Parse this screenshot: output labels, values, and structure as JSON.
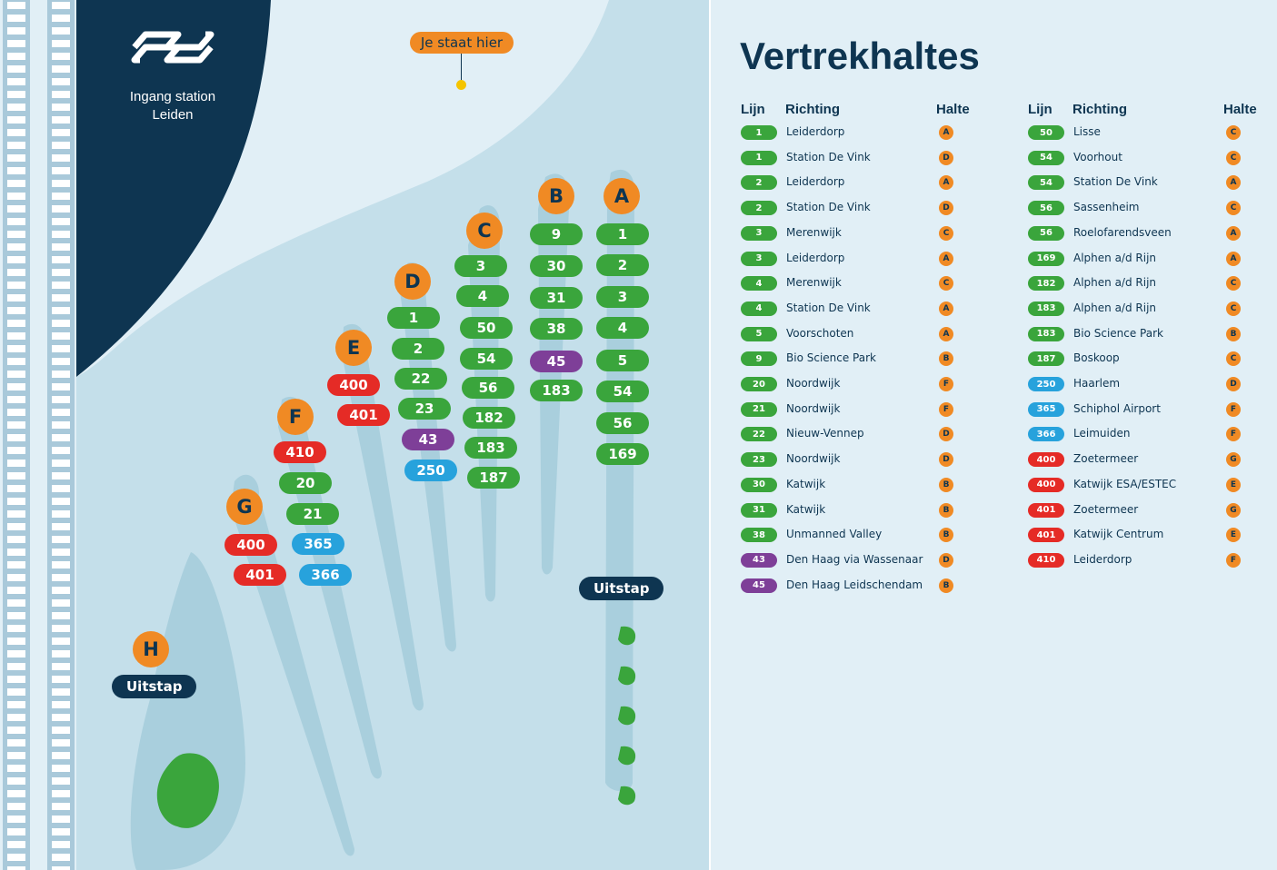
{
  "colors": {
    "green": "#3aa53c",
    "purple": "#7e3f98",
    "red": "#e52b26",
    "blue": "#27a2dc",
    "orange": "#f08a24",
    "navy": "#0e3551",
    "yellow": "#f5c400",
    "light_bg": "#e1eff6",
    "mid_bg": "#c4dfea",
    "platform": "#a9cfdd"
  },
  "map": {
    "logo_icon": "ns-logo-icon",
    "station_label": [
      "Ingang station",
      "Leiden"
    ],
    "you_are_here": "Je staat hier",
    "platforms": {
      "A": [
        "1",
        "2",
        "3",
        "4",
        "5",
        "54",
        "56",
        "169"
      ],
      "B": [
        "9",
        "30",
        "31",
        "38",
        "45",
        "183"
      ],
      "C": [
        "3",
        "4",
        "50",
        "54",
        "56",
        "182",
        "183",
        "187"
      ],
      "D": [
        "1",
        "2",
        "22",
        "23",
        "43",
        "250"
      ],
      "E": [
        "400",
        "401"
      ],
      "F": [
        "410",
        "20",
        "21",
        "365",
        "366"
      ],
      "G": [
        "400",
        "401"
      ],
      "H": []
    },
    "uitstap_labels": [
      "Uitstap",
      "Uitstap"
    ]
  },
  "panel": {
    "title": "Vertrekhaltes",
    "headers": {
      "line": "Lijn",
      "direction": "Richting",
      "stop": "Halte"
    },
    "left_rows": [
      {
        "line": "1",
        "direction": "Leiderdorp",
        "stop": "A"
      },
      {
        "line": "1",
        "direction": "Station De Vink",
        "stop": "D"
      },
      {
        "line": "2",
        "direction": "Leiderdorp",
        "stop": "A"
      },
      {
        "line": "2",
        "direction": "Station De Vink",
        "stop": "D"
      },
      {
        "line": "3",
        "direction": "Merenwijk",
        "stop": "C"
      },
      {
        "line": "3",
        "direction": "Leiderdorp",
        "stop": "A"
      },
      {
        "line": "4",
        "direction": "Merenwijk",
        "stop": "C"
      },
      {
        "line": "4",
        "direction": "Station De Vink",
        "stop": "A"
      },
      {
        "line": "5",
        "direction": "Voorschoten",
        "stop": "A"
      },
      {
        "line": "9",
        "direction": "Bio Science Park",
        "stop": "B"
      },
      {
        "line": "20",
        "direction": "Noordwijk",
        "stop": "F"
      },
      {
        "line": "21",
        "direction": "Noordwijk",
        "stop": "F"
      },
      {
        "line": "22",
        "direction": "Nieuw-Vennep",
        "stop": "D"
      },
      {
        "line": "23",
        "direction": "Noordwijk",
        "stop": "D"
      },
      {
        "line": "30",
        "direction": "Katwijk",
        "stop": "B"
      },
      {
        "line": "31",
        "direction": "Katwijk",
        "stop": "B"
      },
      {
        "line": "38",
        "direction": "Unmanned Valley",
        "stop": "B"
      },
      {
        "line": "43",
        "direction": "Den Haag via Wassenaar",
        "stop": "D"
      },
      {
        "line": "45",
        "direction": "Den Haag Leidschendam",
        "stop": "B"
      }
    ],
    "right_rows": [
      {
        "line": "50",
        "direction": "Lisse",
        "stop": "C"
      },
      {
        "line": "54",
        "direction": "Voorhout",
        "stop": "C"
      },
      {
        "line": "54",
        "direction": "Station De Vink",
        "stop": "A"
      },
      {
        "line": "56",
        "direction": "Sassenheim",
        "stop": "C"
      },
      {
        "line": "56",
        "direction": "Roelofarendsveen",
        "stop": "A"
      },
      {
        "line": "169",
        "direction": "Alphen a/d Rijn",
        "stop": "A"
      },
      {
        "line": "182",
        "direction": "Alphen a/d Rijn",
        "stop": "C"
      },
      {
        "line": "183",
        "direction": "Alphen a/d Rijn",
        "stop": "C"
      },
      {
        "line": "183",
        "direction": "Bio Science Park",
        "stop": "B"
      },
      {
        "line": "187",
        "direction": "Boskoop",
        "stop": "C"
      },
      {
        "line": "250",
        "direction": "Haarlem",
        "stop": "D"
      },
      {
        "line": "365",
        "direction": "Schiphol Airport",
        "stop": "F"
      },
      {
        "line": "366",
        "direction": "Leimuiden",
        "stop": "F"
      },
      {
        "line": "400",
        "direction": "Zoetermeer",
        "stop": "G"
      },
      {
        "line": "400",
        "direction": "Katwijk ESA/ESTEC",
        "stop": "E"
      },
      {
        "line": "401",
        "direction": "Zoetermeer",
        "stop": "G"
      },
      {
        "line": "401",
        "direction": "Katwijk Centrum",
        "stop": "E"
      },
      {
        "line": "410",
        "direction": "Leiderdorp",
        "stop": "F"
      }
    ]
  }
}
